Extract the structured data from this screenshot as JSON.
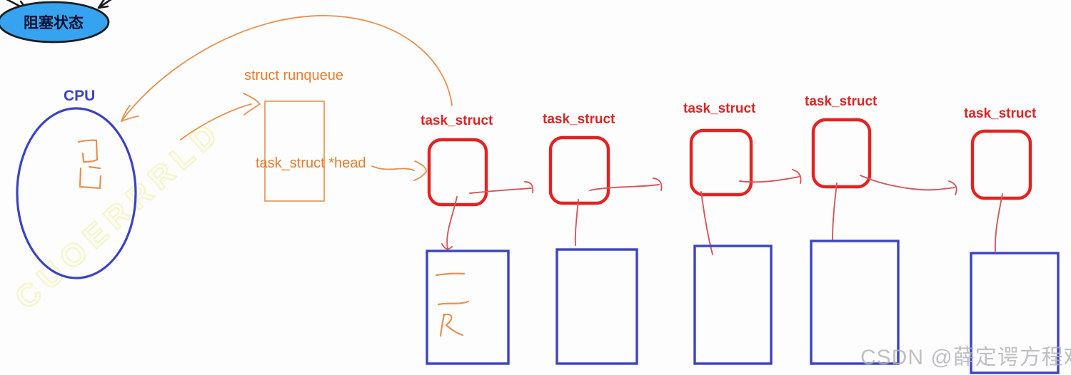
{
  "colors": {
    "black_ink": "#1c1c1e",
    "blue_ink": "#3b43c2",
    "blocked_fill": "#36a3f0",
    "blocked_text": "#0b1233",
    "orange_ink": "#e8904e",
    "orange_text": "#e87c2b",
    "red_box": "#e32222",
    "red_line": "#d6565a",
    "red_text": "#dd2424",
    "watermark_gray": "#b2b2b6",
    "watermark_yellow": "#f5f5c4"
  },
  "blocked_state": {
    "label": "阻塞状态"
  },
  "cpu": {
    "label": "CPU"
  },
  "runqueue": {
    "title": "struct runqueue",
    "field": "task_struct *head"
  },
  "task_nodes": [
    {
      "label": "task_struct"
    },
    {
      "label": "task_struct"
    },
    {
      "label": "task_struct"
    },
    {
      "label": "task_struct"
    },
    {
      "label": "task_struct"
    }
  ],
  "watermarks": {
    "csdn": "CSDN @薛定谔方程难",
    "background": "CUOERRRLD"
  }
}
